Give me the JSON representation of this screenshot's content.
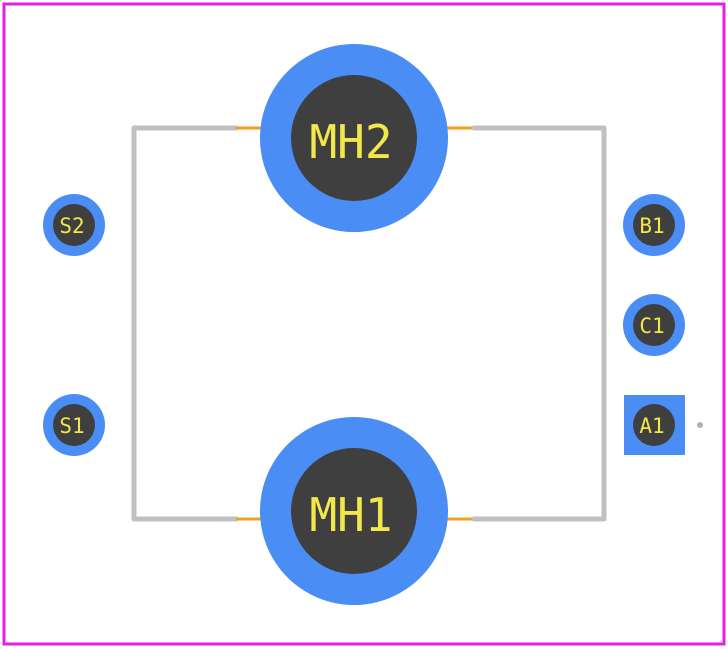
{
  "colors": {
    "board_outline": "#e81ee0",
    "silkscreen": "#c0c0c0",
    "copper_pad": "#4a8ef5",
    "drill_hole": "#3f3f3f",
    "label_text": "#f2e84a",
    "pad_stub": "#f0a020",
    "origin_marker": "#b0b0b0"
  },
  "pads": {
    "mh2": {
      "label": "MH2",
      "shape": "round"
    },
    "mh1": {
      "label": "MH1",
      "shape": "round"
    },
    "s2": {
      "label": "S2",
      "shape": "round"
    },
    "s1": {
      "label": "S1",
      "shape": "round"
    },
    "b1": {
      "label": "B1",
      "shape": "round"
    },
    "c1": {
      "label": "C1",
      "shape": "round"
    },
    "a1": {
      "label": "A1",
      "shape": "square"
    }
  }
}
